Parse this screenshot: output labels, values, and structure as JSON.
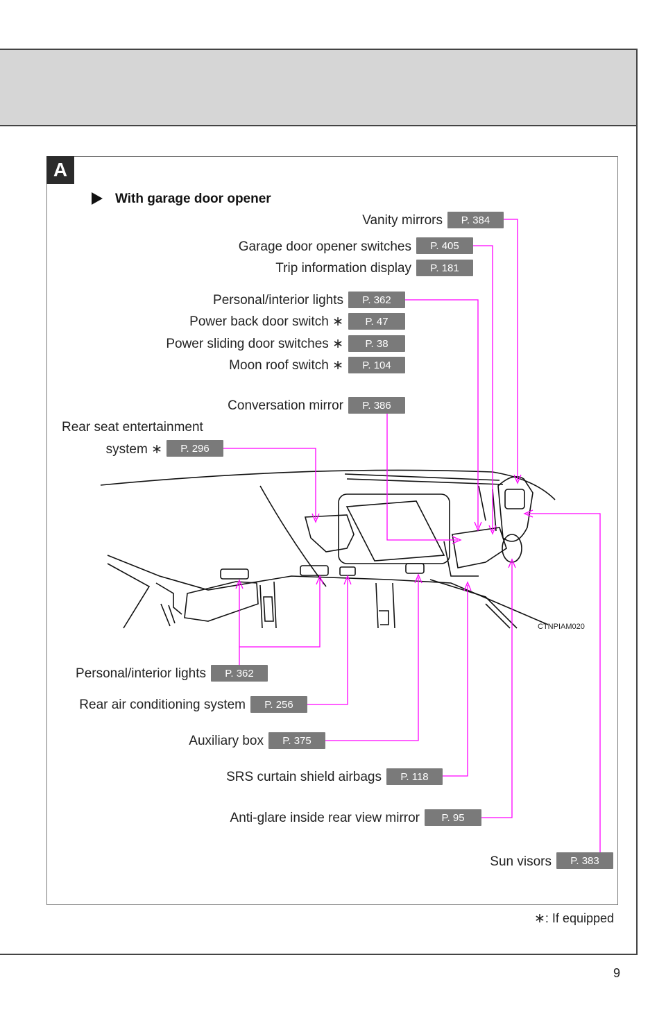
{
  "section_badge": "A",
  "variant_heading": "With garage door opener",
  "callouts": {
    "vanity_mirrors": {
      "label": "Vanity mirrors",
      "ref": "P. 384"
    },
    "garage_door_opener_switches": {
      "label": "Garage door opener switches",
      "ref": "P. 405"
    },
    "trip_information_display": {
      "label": "Trip information display",
      "ref": "P. 181"
    },
    "personal_interior_lights_front": {
      "label": "Personal/interior lights",
      "ref": "P. 362"
    },
    "power_back_door_switch": {
      "label": "Power back door switch",
      "ref": "P. 47",
      "marker": "∗"
    },
    "power_sliding_door_switches": {
      "label": "Power sliding door switches",
      "ref": "P. 38",
      "marker": "∗"
    },
    "moon_roof_switch": {
      "label": "Moon roof switch",
      "ref": "P. 104",
      "marker": "∗"
    },
    "conversation_mirror": {
      "label": "Conversation mirror",
      "ref": "P. 386"
    },
    "rear_seat_entertainment": {
      "label_line1": "Rear seat entertainment",
      "label_line2": "system",
      "ref": "P. 296",
      "marker": "∗"
    },
    "personal_interior_lights_rear": {
      "label": "Personal/interior lights",
      "ref": "P. 362"
    },
    "rear_air_conditioning": {
      "label": "Rear air conditioning system",
      "ref": "P. 256"
    },
    "auxiliary_box": {
      "label": "Auxiliary box",
      "ref": "P. 375"
    },
    "srs_curtain_airbags": {
      "label": "SRS curtain shield airbags",
      "ref": "P. 118"
    },
    "anti_glare_mirror": {
      "label": "Anti-glare inside rear view mirror",
      "ref": "P. 95"
    },
    "sun_visors": {
      "label": "Sun visors",
      "ref": "P. 383"
    }
  },
  "image_code": "CTNPIAM020",
  "footnote": {
    "marker": "∗",
    "text": ": If equipped"
  },
  "page_number": "9",
  "colors": {
    "leader_line": "#ff00ff",
    "ref_badge": "#7a7a7a",
    "header_band": "#d6d6d6"
  }
}
